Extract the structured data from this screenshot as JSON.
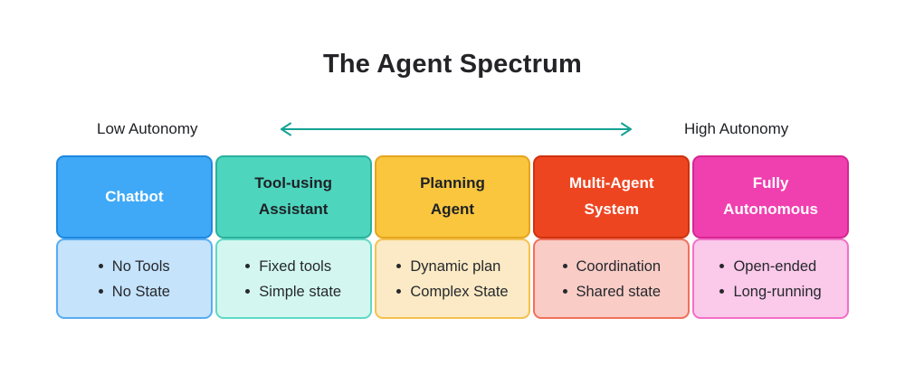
{
  "title": "The Agent Spectrum",
  "axis": {
    "low_label": "Low Autonomy",
    "high_label": "High Autonomy",
    "arrow_color": "#16A294"
  },
  "text_color": "#26282c",
  "cards": [
    {
      "name": "chatbot",
      "title_lines": [
        "Chatbot"
      ],
      "points": [
        "No Tools",
        "No State"
      ],
      "header_bg": "#3FA9F7",
      "header_border": "#1E88E0",
      "header_text_color": "#FFFFFF",
      "body_bg": "#C5E3FB",
      "body_border": "#57ACF2"
    },
    {
      "name": "tool-using-assistant",
      "title_lines": [
        "Tool-using",
        "Assistant"
      ],
      "points": [
        "Fixed tools",
        "Simple state"
      ],
      "header_bg": "#4ED5BE",
      "header_border": "#2AB19C",
      "header_text_color": "#1E2125",
      "body_bg": "#D3F7F0",
      "body_border": "#5FD8C5"
    },
    {
      "name": "planning-agent",
      "title_lines": [
        "Planning",
        "Agent"
      ],
      "points": [
        "Dynamic plan",
        "Complex State"
      ],
      "header_bg": "#F9C63E",
      "header_border": "#E5A51E",
      "header_text_color": "#1E2125",
      "body_bg": "#FBEAC5",
      "body_border": "#F4C14F"
    },
    {
      "name": "multi-agent-system",
      "title_lines": [
        "Multi-Agent",
        "System"
      ],
      "points": [
        "Coordination",
        "Shared state"
      ],
      "header_bg": "#EE4521",
      "header_border": "#CF3110",
      "header_text_color": "#FFFFFF",
      "body_bg": "#F9CCC6",
      "body_border": "#F1705A"
    },
    {
      "name": "fully-autonomous",
      "title_lines": [
        "Fully",
        "Autonomous"
      ],
      "points": [
        "Open-ended",
        "Long-running"
      ],
      "header_bg": "#F03FAF",
      "header_border": "#D62691",
      "header_text_color": "#FFFFFF",
      "body_bg": "#FBC9EA",
      "body_border": "#F26FC7"
    }
  ]
}
